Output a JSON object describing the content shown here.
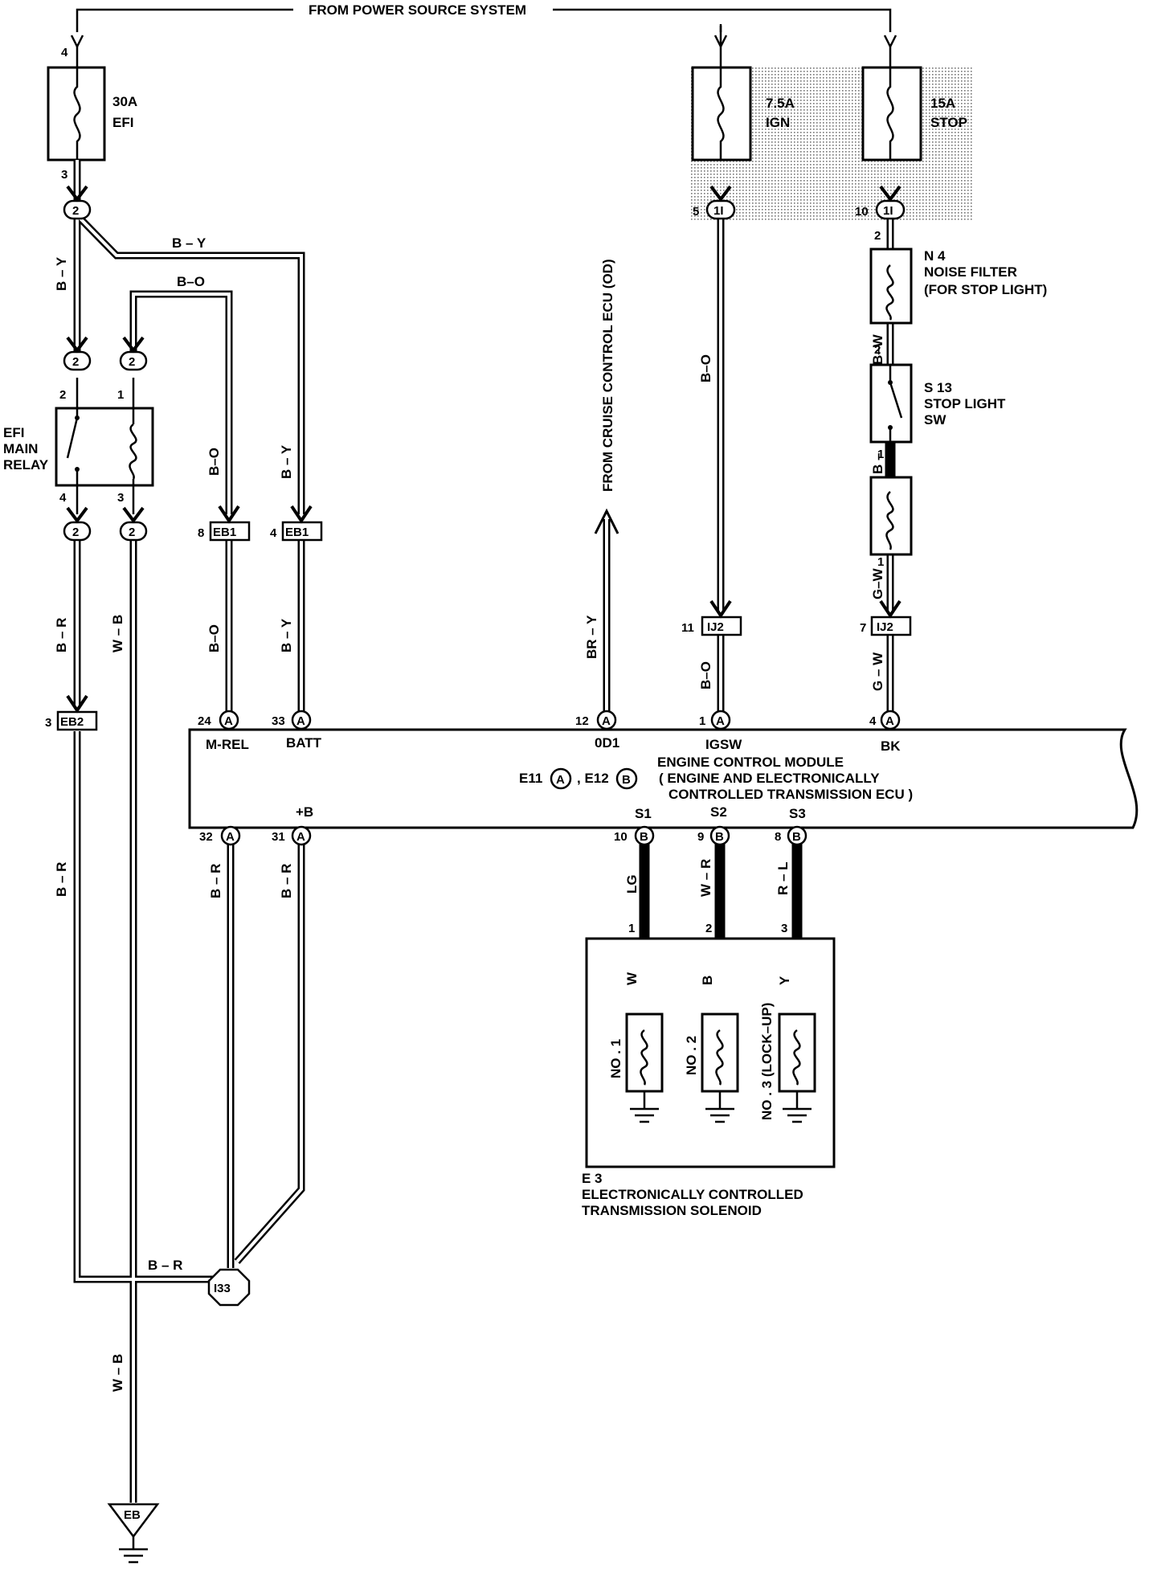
{
  "header": {
    "power_source": "FROM POWER SOURCE SYSTEM"
  },
  "fuses": {
    "efi": {
      "rating": "30A",
      "name": "EFI",
      "pin_in": "4",
      "pin_out": "3"
    },
    "ign": {
      "rating": "7.5A",
      "name": "IGN"
    },
    "stop": {
      "rating": "15A",
      "name": "STOP"
    }
  },
  "relay": {
    "label_line1": "EFI",
    "label_line2": "MAIN",
    "label_line3": "RELAY",
    "pin2": "2",
    "pin1": "1",
    "pin4": "4",
    "pin3": "3"
  },
  "connectors": {
    "c2": "2",
    "c1i": "1I",
    "eb1": "EB1",
    "eb2": "EB2",
    "ij2": "IJ2",
    "i33": "I33",
    "eb": "EB",
    "a": "A",
    "b": "B"
  },
  "pins": {
    "ign_1i": "5",
    "stop_1i": "10",
    "eb1_left": "8",
    "eb1_right": "4",
    "eb2": "3",
    "ij2_left": "11",
    "ij2_right": "7",
    "n4_in": "2",
    "n4_out": "2",
    "s13_out": "1",
    "filter_out": "1",
    "ecm_mrel": "24",
    "ecm_batt": "33",
    "ecm_od1": "12",
    "ecm_igsw": "1",
    "ecm_bk": "4",
    "ecm_32": "32",
    "ecm_31": "31",
    "ecm_s1": "10",
    "ecm_s2": "9",
    "ecm_s3": "8",
    "sol_1": "1",
    "sol_2": "2",
    "sol_3": "3"
  },
  "wires": {
    "b_y": "B – Y",
    "b_o": "B–O",
    "b_r": "B – R",
    "w_b": "W – B",
    "br_y": "BR – Y",
    "g_w": "G – W",
    "b_w": "B–W",
    "w": "W",
    "b": "B",
    "lg": "LG",
    "w_r": "W – R",
    "r_l": "R – L",
    "y": "Y",
    "b_dash": "B –",
    "g_w_dash": "G–W",
    "b_o_dash": "B – O"
  },
  "components": {
    "n4": {
      "code": "N 4",
      "name": "NOISE FILTER",
      "note": "(FOR STOP LIGHT)"
    },
    "s13": {
      "code": "S 13",
      "name": "STOP  LIGHT",
      "name2": "SW"
    },
    "cruise": "FROM CRUISE CONTROL ECU (OD)",
    "ecm": {
      "t_mrel": "M-REL",
      "t_batt": "BATT",
      "t_od1": "0D1",
      "t_igsw": "IGSW",
      "t_bk": "BK",
      "t_plusb": "+B",
      "t_s1": "S1",
      "t_s2": "S2",
      "t_s3": "S3",
      "title": "ENGINE  CONTROL  MODULE",
      "sub1": "( ENGINE  AND  ELECTRONICALLY",
      "sub2": "CONTROLLED  TRANSMISSION  ECU )",
      "conn_e11": "E11",
      "conn_e12": ", E12"
    },
    "e3": {
      "code": "E 3",
      "name1": "ELECTRONICALLY  CONTROLLED",
      "name2": "TRANSMISSION  SOLENOID",
      "no1": "NO . 1",
      "no2": "NO . 2",
      "no3": "NO . 3  (LOCK–UP)"
    }
  }
}
